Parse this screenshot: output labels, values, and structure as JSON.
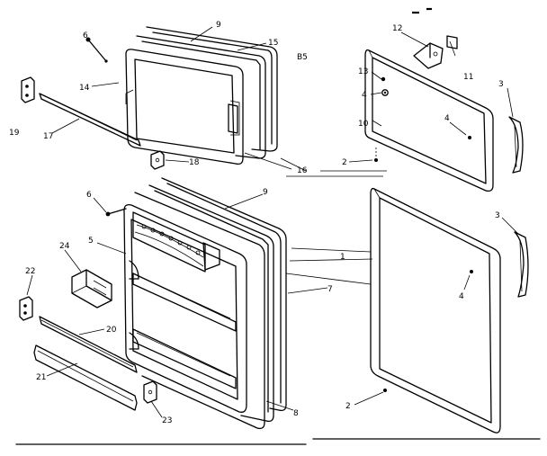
{
  "page_code": "B5",
  "callouts": {
    "c1": "1",
    "c2a": "2",
    "c2b": "2",
    "c3a": "3",
    "c3b": "3",
    "c4a": "4",
    "c4b": "4",
    "c4c": "4",
    "c5": "5",
    "c6a": "6",
    "c6b": "6",
    "c7": "7",
    "c8": "8",
    "c9a": "9",
    "c9b": "9",
    "c10": "10",
    "c11": "11",
    "c12": "12",
    "c13": "13",
    "c14": "14",
    "c15": "15",
    "c16": "16",
    "c17": "17",
    "c18": "18",
    "c19": "19",
    "c20": "20",
    "c21": "21",
    "c22": "22",
    "c23": "23",
    "c24": "24"
  }
}
